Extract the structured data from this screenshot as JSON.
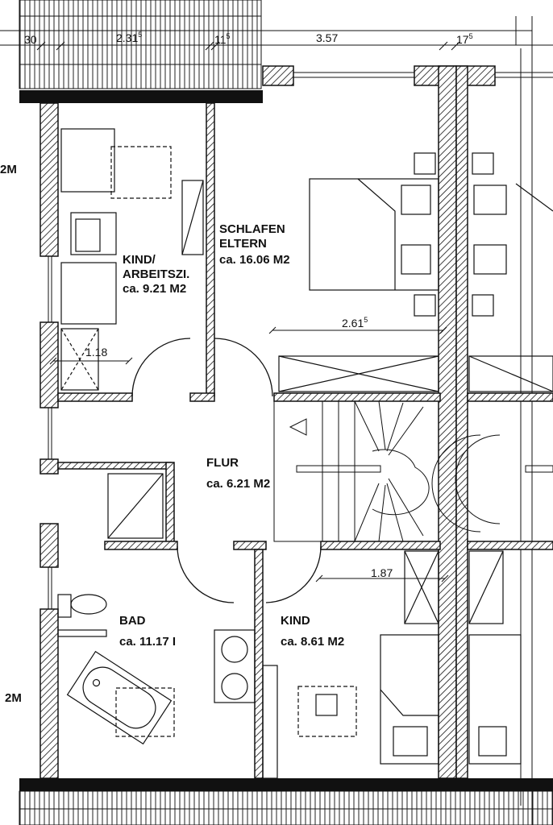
{
  "rooms": {
    "kind_arbeit": {
      "line1": "KIND/",
      "line2": "ARBEITSZI.",
      "area": "ca. 9.21 M2"
    },
    "schlafen": {
      "line1": "SCHLAFEN",
      "line2": "ELTERN",
      "area": "ca. 16.06 M2"
    },
    "flur": {
      "name": "FLUR",
      "area": "ca. 6.21 M2"
    },
    "bad": {
      "name": "BAD",
      "area": "ca. 11.17 I"
    },
    "kind": {
      "name": "KIND",
      "area": "ca. 8.61 M2"
    }
  },
  "dimensions": {
    "top_30": "30",
    "top_231": "2.31",
    "top_231_sup": "5",
    "top_11": "11",
    "top_11_sup": "5",
    "top_357": "3.57",
    "top_17": "17",
    "top_17_sup": "5",
    "d_261": "2.61",
    "d_261_sup": "5",
    "d_118": "1.18",
    "d_187": "1.87"
  },
  "edge_labels": {
    "upper": "2M",
    "lower": "2M"
  },
  "colors": {
    "ink": "#111111",
    "paper": "#ffffff"
  }
}
